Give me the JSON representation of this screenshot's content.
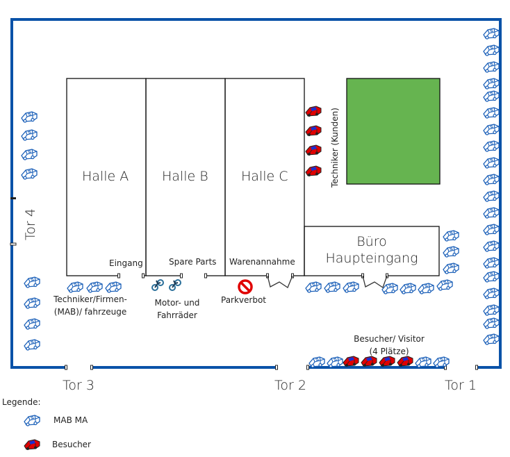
{
  "map": {
    "buildings": {
      "halle_a": "Halle A",
      "halle_b": "Halle B",
      "halle_c": "Halle C",
      "buero_line1": "Büro",
      "buero_line2": "Haupteingang"
    },
    "entrances": {
      "eingang": "Eingang",
      "spare_parts": "Spare Parts",
      "warenannahme": "Warenannahme"
    },
    "gates": {
      "tor1": "Tor 1",
      "tor2": "Tor 2",
      "tor3": "Tor 3",
      "tor4": "Tor 4"
    },
    "areas": {
      "techniker_kunden": "Techniker (Kunden)",
      "techniker_firmen_line1": "Techniker/Firmen-",
      "techniker_firmen_line2": "(MAB)/ fahrzeuge",
      "motor_line1": "Motor- und",
      "motor_line2": "Fahrräder",
      "parkverbot": "Parkverbot",
      "besucher_line1": "Besucher/ Visitor",
      "besucher_line2": "(4 Plätze)"
    },
    "colors": {
      "fence": "#0a52a8",
      "mab_car": "#1a5fb8",
      "visitor_car": "#e00000",
      "visitor_window": "#1a2fd0",
      "green_area": "#66b450",
      "no_parking": "#e00000"
    }
  },
  "legend": {
    "title": "Legende:",
    "items": [
      {
        "icon": "mab-car-icon",
        "label": "MAB MA"
      },
      {
        "icon": "visitor-car-icon",
        "label": "Besucher"
      }
    ]
  }
}
